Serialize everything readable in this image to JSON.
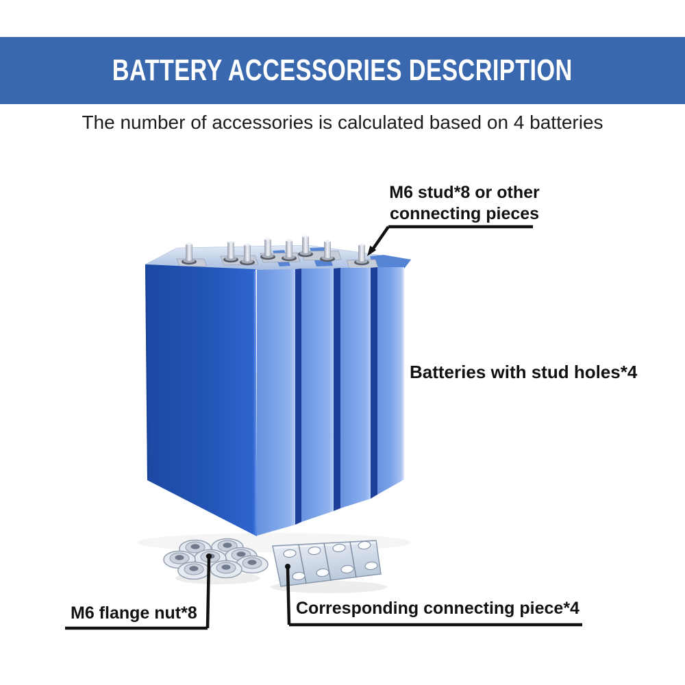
{
  "banner": {
    "title": "BATTERY ACCESSORIES DESCRIPTION"
  },
  "subtitle": "The number of accessories is calculated based on 4 batteries",
  "callouts": {
    "stud": {
      "line1": "M6 stud*8 or other",
      "line2": "connecting pieces"
    },
    "batteries": {
      "label": "Batteries with stud holes*4"
    },
    "flange_nut": {
      "label": "M6 flange nut*8"
    },
    "connecting_piece": {
      "label": "Corresponding connecting piece*4"
    }
  },
  "illustration": {
    "battery_count": 4,
    "stud_count": 8,
    "nut_count": 8,
    "plate_count": 4
  },
  "colors": {
    "banner_bg": "#3968af",
    "banner_text": "#ffffff",
    "battery_front": "#2153b2",
    "battery_side": "#7aa1e6",
    "battery_gap": "#1d3f99",
    "battery_top": "#ccd8ec",
    "metal_silver": "#dfe5ee",
    "callout_line": "#111111"
  }
}
